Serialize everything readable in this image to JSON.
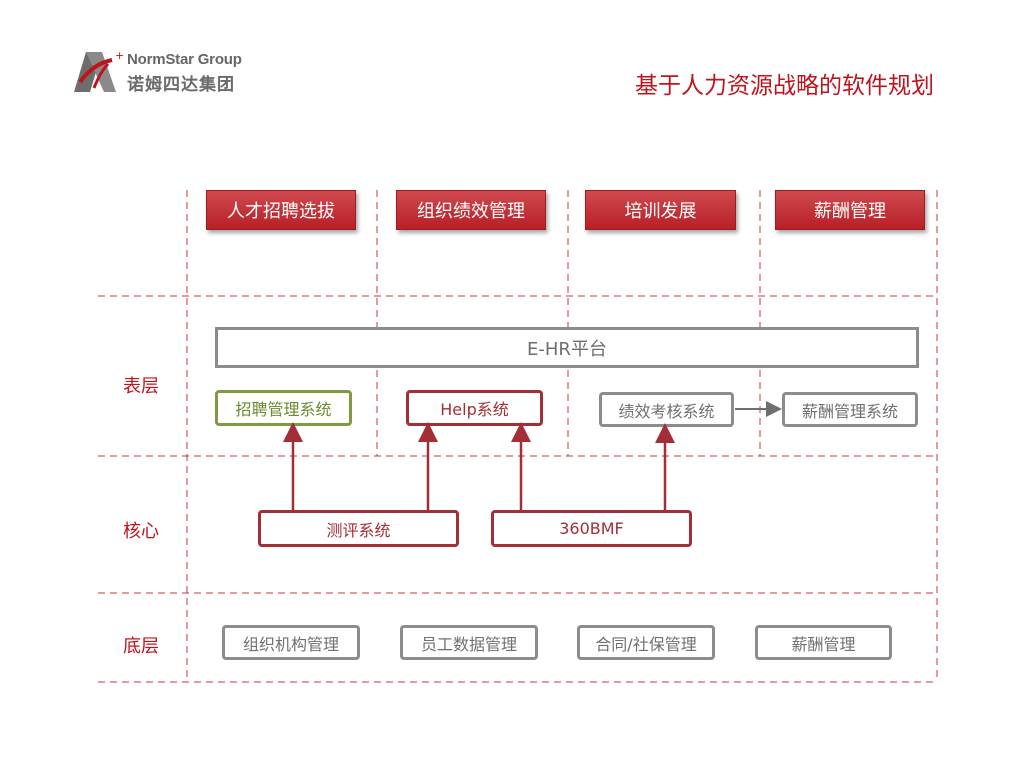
{
  "header": {
    "logo_en": "NormStar Group",
    "logo_cn": "诺姆四达集团",
    "title": "基于人力资源战略的软件规划"
  },
  "columns": [
    "人才招聘选拔",
    "组织绩效管理",
    "培训发展",
    "薪酬管理"
  ],
  "rows": {
    "surface": "表层",
    "core": "核心",
    "base": "底层"
  },
  "platform": "E-HR平台",
  "surface_boxes": {
    "recruit": "招聘管理系统",
    "help": "Help系统",
    "performance": "绩效考核系统",
    "salary": "薪酬管理系统"
  },
  "core_boxes": {
    "assessment": "测评系统",
    "bmf": "360BMF"
  },
  "base_boxes": {
    "org": "组织机构管理",
    "staff": "员工数据管理",
    "contract": "合同/社保管理",
    "pay": "薪酬管理"
  },
  "colors": {
    "accent_red": "#c0141c",
    "dark_red": "#a32e35",
    "green": "#7f9a3f",
    "gray": "#8c8c8c"
  }
}
